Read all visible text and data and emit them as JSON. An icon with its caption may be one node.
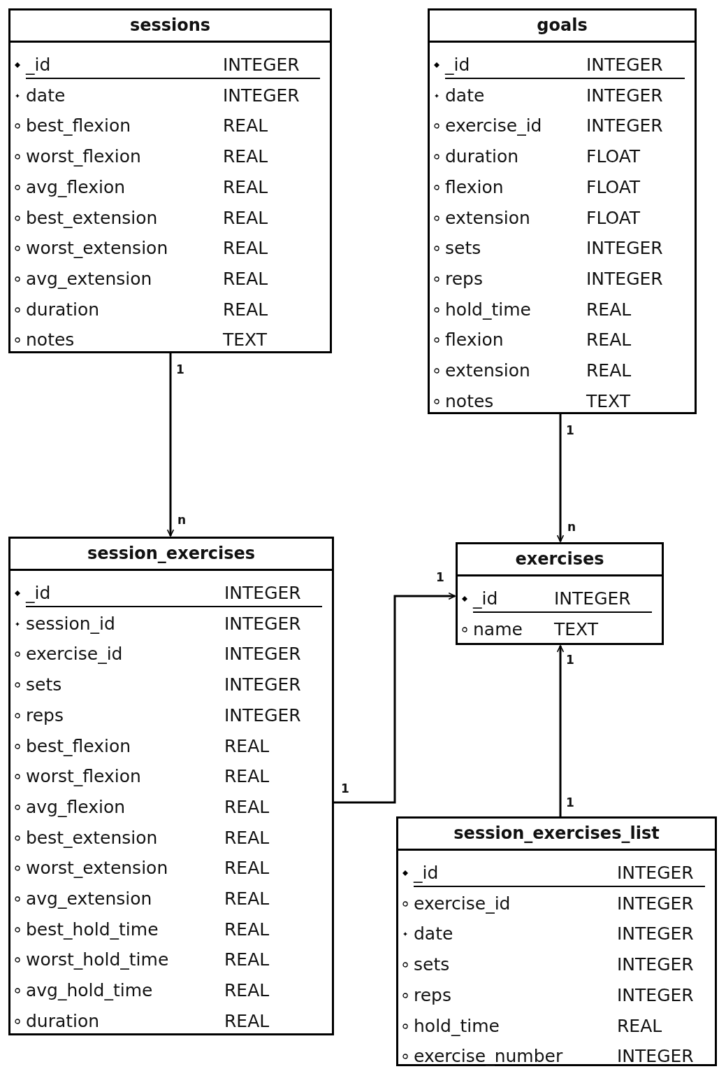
{
  "diagram": {
    "nodes": [
      {
        "text": [
          "sessions",
          "_id",
          "INTEGER",
          "date",
          "INTEGER",
          "best_flexion",
          "REAL",
          "worst_flexion",
          "REAL",
          "avg_flexion",
          "REAL",
          "best_extension",
          "REAL",
          "worst_extension",
          "REAL",
          "avg_extension",
          "REAL",
          "duration",
          "REAL",
          "notes",
          "TEXT"
        ]
      },
      {
        "text": [
          "goals",
          "_id",
          "INTEGER",
          "date",
          "INTEGER",
          "exercise_id",
          "INTEGER",
          "duration",
          "FLOAT",
          "flexion",
          "FLOAT",
          "extension",
          "FLOAT",
          "sets",
          "INTEGER",
          "reps",
          "INTEGER",
          "hold_time",
          "REAL",
          "flexion",
          "REAL",
          "extension",
          "REAL",
          "notes",
          "TEXT"
        ]
      },
      {
        "text": [
          "session_exercises",
          "_id",
          "INTEGER",
          "session_id",
          "INTEGER",
          "exercise_id",
          "INTEGER",
          "sets",
          "INTEGER",
          "reps",
          "INTEGER",
          "best_flexion",
          "REAL",
          "worst_flexion",
          "REAL",
          "avg_flexion",
          "REAL",
          "best_extension",
          "REAL",
          "worst_extension",
          "REAL",
          "avg_extension",
          "REAL",
          "best_hold_time",
          "REAL",
          "worst_hold_time",
          "REAL",
          "avg_hold_time",
          "REAL",
          "duration",
          "REAL"
        ]
      },
      {
        "text": [
          "exercises",
          "_id",
          "INTEGER",
          "name",
          "TEXT"
        ]
      },
      {
        "text": [
          "session_exercises_list",
          "_id",
          "INTEGER",
          "exercise_id",
          "INTEGER",
          "date",
          "INTEGER",
          "sets",
          "INTEGER",
          "reps",
          "INTEGER",
          "hold_time",
          "REAL",
          "exercise_number",
          "INTEGER"
        ]
      }
    ],
    "edges": [
      {
        "from": 0,
        "to": 2,
        "arrow": "to"
      },
      {
        "from": 1,
        "to": 3,
        "arrow": "to"
      },
      {
        "from": 2,
        "to": 3,
        "arrow": "to"
      },
      {
        "from": 4,
        "to": 3,
        "arrow": "to"
      }
    ],
    "labels": [
      "1",
      "1",
      "n",
      "n",
      "1",
      "1",
      "1",
      "1"
    ]
  }
}
